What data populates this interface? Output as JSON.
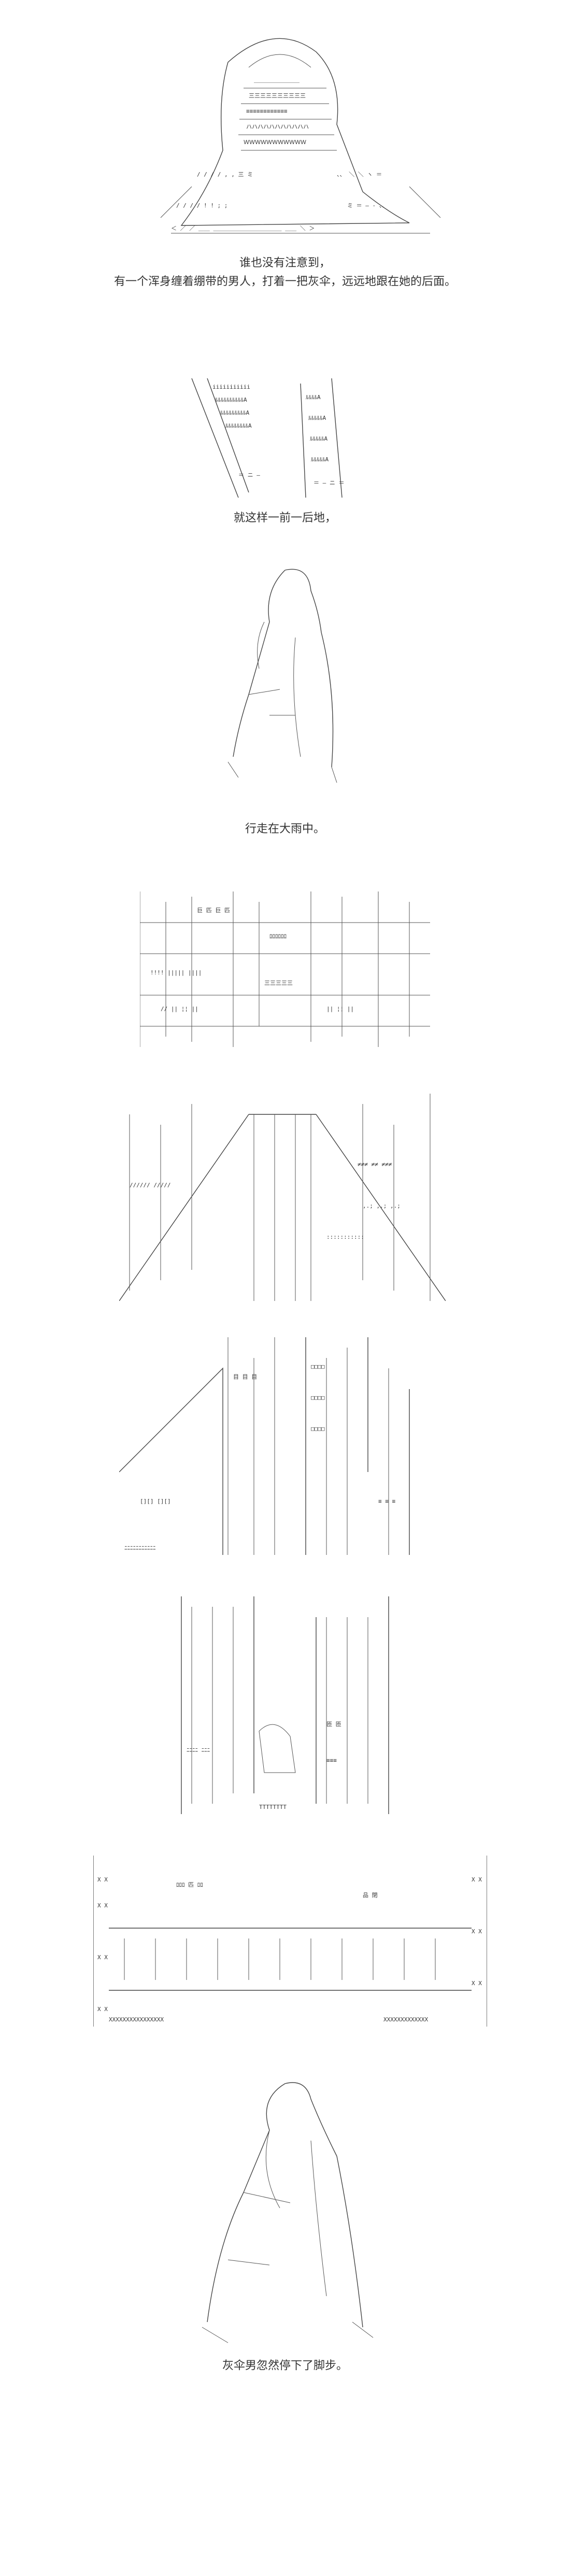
{
  "captions": {
    "c1_line1": "谁也没有注意到，",
    "c1_line2": "有一个浑身缠着绷带的男人，打着一把灰伞，远远地跟在她的后面。",
    "c2": "就这样一前一后地，",
    "c3": "行走在大雨中。",
    "c4": "灰伞男忽然停下了脚步。"
  },
  "colors": {
    "background": "#ffffff",
    "ink": "#333333"
  }
}
